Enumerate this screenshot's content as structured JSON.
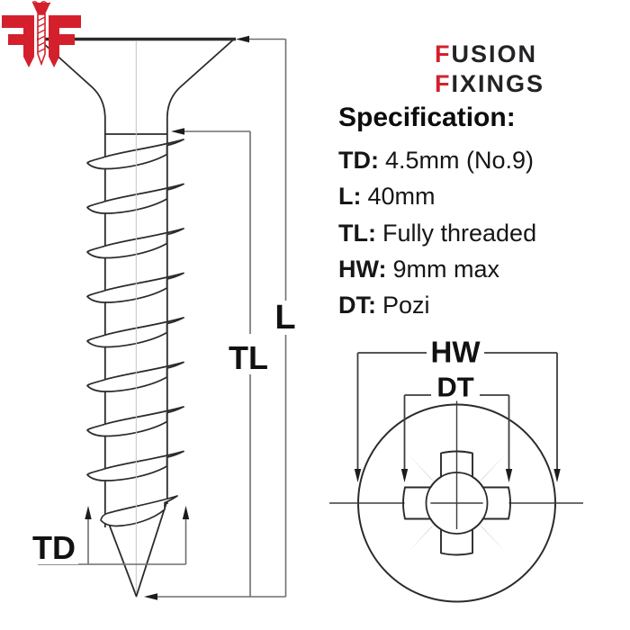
{
  "brand": {
    "word1_initial": "F",
    "word1_rest": "USION",
    "word2_initial": "F",
    "word2_rest": "IXINGS"
  },
  "specification": {
    "heading": "Specification:",
    "items": [
      {
        "label": "TD:",
        "value": "4.5mm (No.9)"
      },
      {
        "label": "L:",
        "value": "40mm"
      },
      {
        "label": "TL:",
        "value": "Fully threaded"
      },
      {
        "label": "HW:",
        "value": "9mm max"
      },
      {
        "label": "DT:",
        "value": "Pozi"
      }
    ]
  },
  "diagram": {
    "labels": {
      "length": "L",
      "thread_length": "TL",
      "thread_diameter": "TD",
      "head_width": "HW",
      "drive_type": "DT"
    }
  },
  "colors": {
    "brand_red": "#d4202c",
    "line_art": "#2b2b2b",
    "dimension_line": "#6e6e6e",
    "center_line": "#c4c4c4"
  }
}
